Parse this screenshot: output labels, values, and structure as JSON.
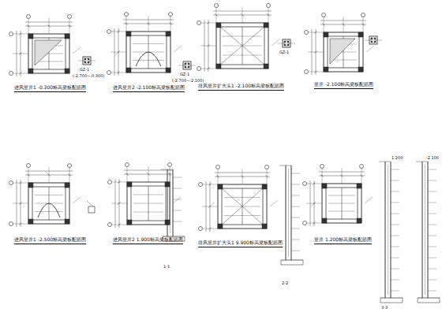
{
  "diagram": {
    "labels": [
      "进风竖井1 -0.300标高梁板配筋图",
      "进风竖井2 -2.100标高梁板配筋图",
      "排风竖井扩大头1 -2.100标高梁板配筋图",
      "竖井 -2.100标高梁板配筋图",
      "进风竖井1 -2.500标高梁板配筋图",
      "进风竖井2 1.900标高梁板配筋图",
      "排风竖井扩大头1 9.900标高梁板配筋图",
      "竖井 1.200标高梁板配筋图",
      "GZ-1",
      "GZ-1",
      "GZ-1",
      "(-2.700~-0.300)",
      "(-2.700~-2.100)",
      "1-1",
      "2-2",
      "3-3",
      "1.200",
      "-2.100"
    ]
  }
}
